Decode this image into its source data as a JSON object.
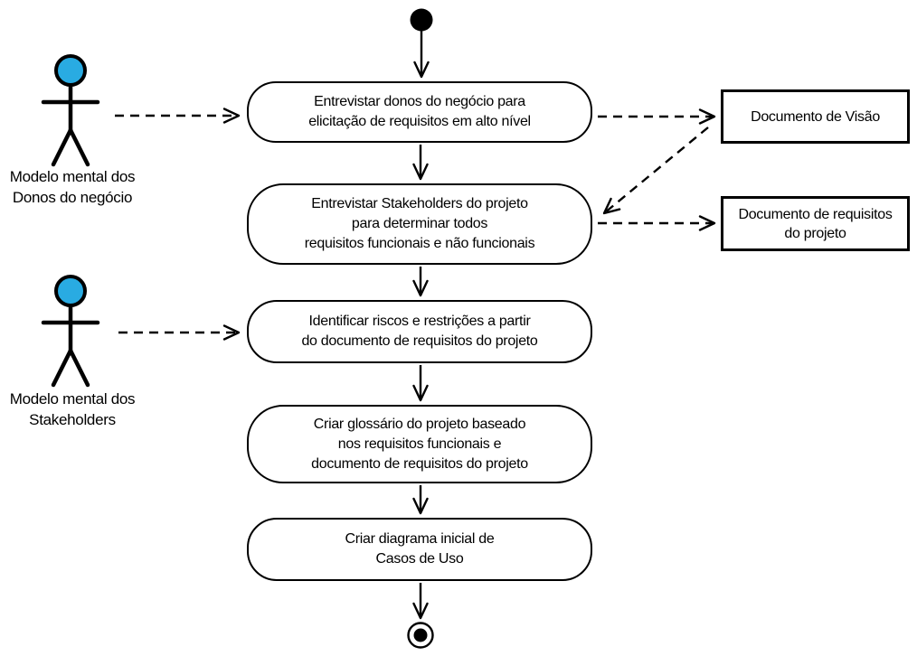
{
  "colors": {
    "stroke": "#000000",
    "background": "#FFFFFF",
    "actor_head_fill": "#29ABE2"
  },
  "start_node": {
    "type": "initial-node"
  },
  "end_node": {
    "type": "final-node"
  },
  "activities": [
    {
      "lines": [
        "Entrevistar donos do negócio para",
        "elicitação de requisitos em alto nível"
      ]
    },
    {
      "lines": [
        "Entrevistar Stakeholders do projeto",
        "para determinar todos",
        "requisitos funcionais e não funcionais"
      ]
    },
    {
      "lines": [
        "Identificar riscos e restrições a partir",
        "do documento de requisitos do projeto"
      ]
    },
    {
      "lines": [
        "Criar glossário do projeto baseado",
        "nos requisitos funcionais e",
        "documento de requisitos do projeto"
      ]
    },
    {
      "lines": [
        "Criar diagrama inicial de",
        "Casos de Uso"
      ]
    }
  ],
  "actors": [
    {
      "label_lines": [
        "Modelo mental dos",
        "Donos do negócio"
      ]
    },
    {
      "label_lines": [
        "Modelo mental dos",
        "Stakeholders"
      ]
    }
  ],
  "documents": [
    {
      "lines": [
        "Documento de Visão"
      ]
    },
    {
      "lines": [
        "Documento de requisitos",
        "do projeto"
      ]
    }
  ],
  "connections": [
    {
      "from": "start-node",
      "to": "activity-1",
      "style": "solid-arrow"
    },
    {
      "from": "activity-1",
      "to": "activity-2",
      "style": "solid-arrow"
    },
    {
      "from": "activity-2",
      "to": "activity-3",
      "style": "solid-arrow"
    },
    {
      "from": "activity-3",
      "to": "activity-4",
      "style": "solid-arrow"
    },
    {
      "from": "activity-4",
      "to": "activity-5",
      "style": "solid-arrow"
    },
    {
      "from": "activity-5",
      "to": "end-node",
      "style": "solid-arrow"
    },
    {
      "from": "actor-donos-do-negocio",
      "to": "activity-1",
      "style": "dashed-arrow"
    },
    {
      "from": "actor-stakeholders",
      "to": "activity-3",
      "style": "dashed-arrow"
    },
    {
      "from": "activity-1",
      "to": "documento-de-visao",
      "style": "dashed-arrow"
    },
    {
      "from": "activity-2",
      "to": "documento-de-requisitos-do-projeto",
      "style": "dashed-arrow"
    },
    {
      "from": "documento-de-visao",
      "to": "activity-2",
      "style": "dashed-arrow"
    }
  ]
}
